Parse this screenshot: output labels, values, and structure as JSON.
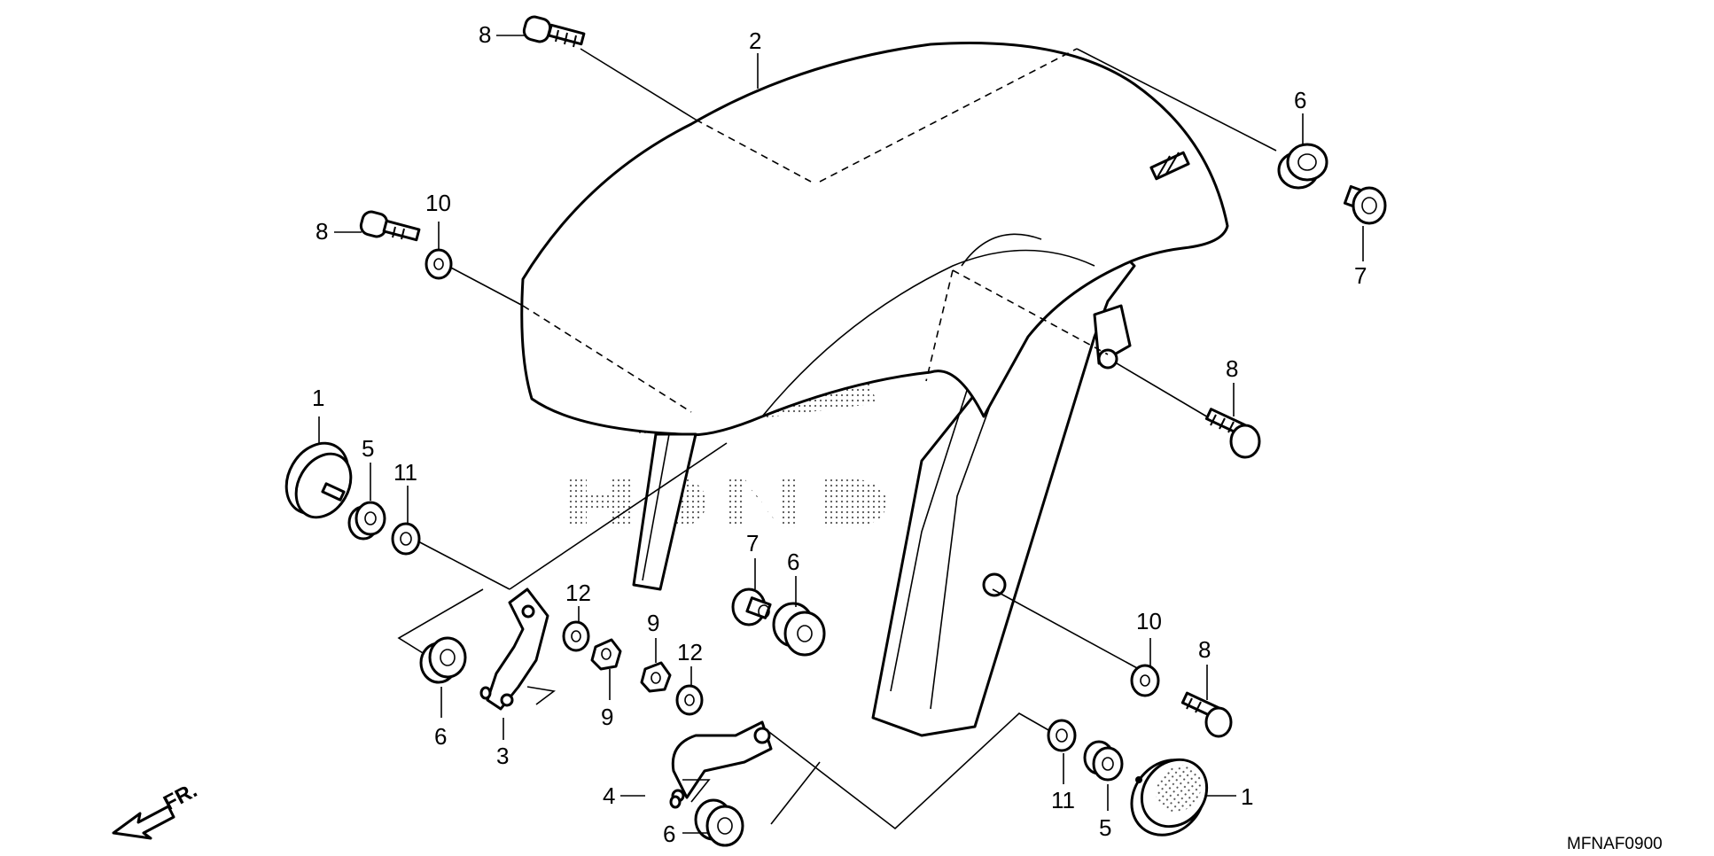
{
  "diagram": {
    "figure_code": "MFNAF0900",
    "direction_label": "FR.",
    "watermark_brand": "HONDA",
    "callouts": [
      {
        "id": "c1-left",
        "label": "1"
      },
      {
        "id": "c1-right",
        "label": "1"
      },
      {
        "id": "c2",
        "label": "2"
      },
      {
        "id": "c3",
        "label": "3"
      },
      {
        "id": "c4",
        "label": "4"
      },
      {
        "id": "c5-left",
        "label": "5"
      },
      {
        "id": "c5-right",
        "label": "5"
      },
      {
        "id": "c6-top",
        "label": "6"
      },
      {
        "id": "c6-mid",
        "label": "6"
      },
      {
        "id": "c6-left",
        "label": "6"
      },
      {
        "id": "c6-bottom",
        "label": "6"
      },
      {
        "id": "c7-top",
        "label": "7"
      },
      {
        "id": "c7-mid",
        "label": "7"
      },
      {
        "id": "c8-top",
        "label": "8"
      },
      {
        "id": "c8-left",
        "label": "8"
      },
      {
        "id": "c8-right",
        "label": "8"
      },
      {
        "id": "c8-lower",
        "label": "8"
      },
      {
        "id": "c9-a",
        "label": "9"
      },
      {
        "id": "c9-b",
        "label": "9"
      },
      {
        "id": "c10-left",
        "label": "10"
      },
      {
        "id": "c10-right",
        "label": "10"
      },
      {
        "id": "c11-left",
        "label": "11"
      },
      {
        "id": "c11-right",
        "label": "11"
      },
      {
        "id": "c12-a",
        "label": "12"
      },
      {
        "id": "c12-b",
        "label": "12"
      }
    ]
  }
}
